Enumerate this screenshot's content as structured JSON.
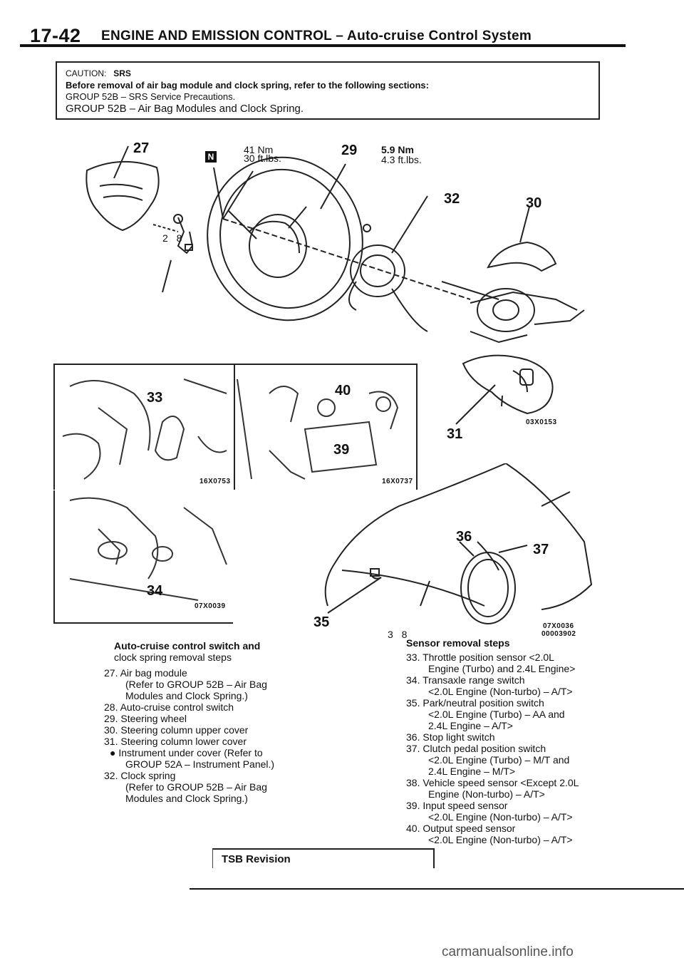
{
  "header": {
    "page_number": "17-42",
    "section_title": "ENGINE AND EMISSION CONTROL – Auto-cruise Control System"
  },
  "caution": {
    "label": "CAUTION:",
    "tag": "SRS",
    "line1": "Before removal of air bag module and clock spring, refer to the following sections:",
    "line2": "GROUP 52B – SRS Service Precautions.",
    "line3": "GROUP 52B – Air Bag Modules and Clock Spring."
  },
  "torque": {
    "spec1_nm": "41 Nm",
    "spec1_ftlbs": "30 ft.lbs.",
    "spec2_nm": "5.9 Nm",
    "spec2_ftlbs": "4.3 ft.lbs.",
    "badge": "N"
  },
  "callouts": {
    "c27": "27",
    "c28": "2 8",
    "c29": "29",
    "c30": "30",
    "c31": "31",
    "c32": "32",
    "c33": "33",
    "c34": "34",
    "c35": "35",
    "c36": "36",
    "c37": "37",
    "c38": "3 8",
    "c39": "39",
    "c40": "40"
  },
  "figure_codes": {
    "f1": "16X0753",
    "f2": "16X0737",
    "f3": "07X0039",
    "f4": "03X0153",
    "f5": "07X0036",
    "f6": "00003902"
  },
  "left_list": {
    "heading1": "Auto-cruise control switch and",
    "heading2": "clock spring removal steps",
    "items": [
      "27. Air bag module",
      "(Refer to GROUP 52B – Air Bag",
      "Modules and Clock Spring.)",
      "28.  Auto-cruise  control  switch",
      "29. Steering wheel",
      "30. Steering column upper cover",
      "31. Steering column lower cover",
      "●  Instrument  under  cover  (Refer  to",
      "GROUP 52A – Instrument Panel.)",
      "32. Clock spring",
      "(Refer to GROUP 52B – Air Bag",
      "Modules and Clock Spring.)"
    ]
  },
  "right_list": {
    "heading": "Sensor removal steps",
    "items": [
      "33. Throttle position sensor <2.0L",
      "Engine (Turbo) and 2.4L Engine>",
      "34. Transaxle range switch",
      "<2.0L Engine (Non-turbo) – A/T>",
      "35.  Park/neutral position switch",
      "<2.0L Engine (Turbo) – AA and",
      "2.4L Engine – A/T>",
      "36. Stop light switch",
      "37. Clutch pedal position switch",
      "<2.0L Engine (Turbo) – M/T and",
      "2.4L Engine – M/T>",
      "38. Vehicle speed sensor <Except 2.0L",
      "Engine (Non-turbo) – A/T>",
      "39. Input speed sensor",
      "<2.0L Engine (Non-turbo) – A/T>",
      "40. Output speed sensor",
      "<2.0L Engine (Non-turbo) – A/T>"
    ]
  },
  "footer": {
    "tsb_label": "TSB Revision",
    "watermark": "carmanualsonline.info"
  }
}
